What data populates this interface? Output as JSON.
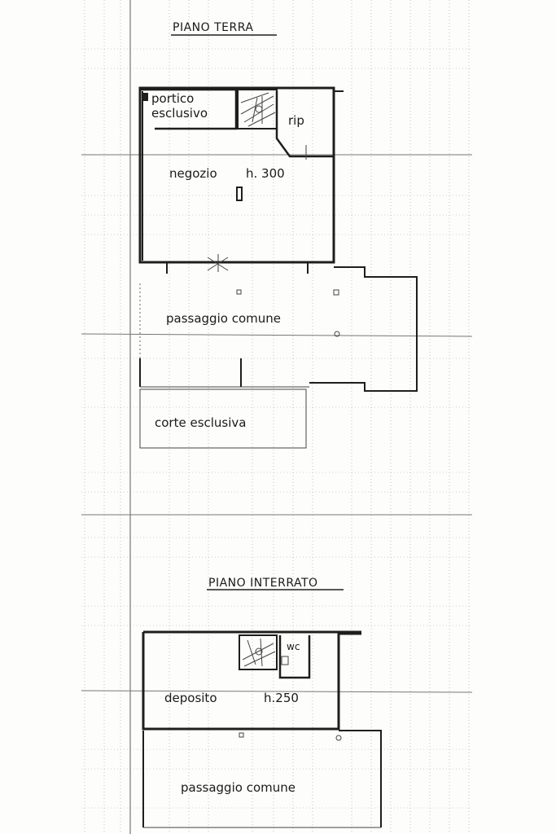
{
  "ground_floor": {
    "title": "PIANO TERRA",
    "rooms": {
      "portico_line1": "portico",
      "portico_line2": "esclusivo",
      "rip": "rip",
      "negozio": "negozio",
      "negozio_height": "h. 300",
      "passage": "passaggio comune",
      "courtyard": "corte esclusiva"
    }
  },
  "basement": {
    "title": "PIANO INTERRATO",
    "rooms": {
      "wc": "wc",
      "deposito": "deposito",
      "deposito_height": "h.250",
      "passage": "passaggio comune"
    }
  }
}
